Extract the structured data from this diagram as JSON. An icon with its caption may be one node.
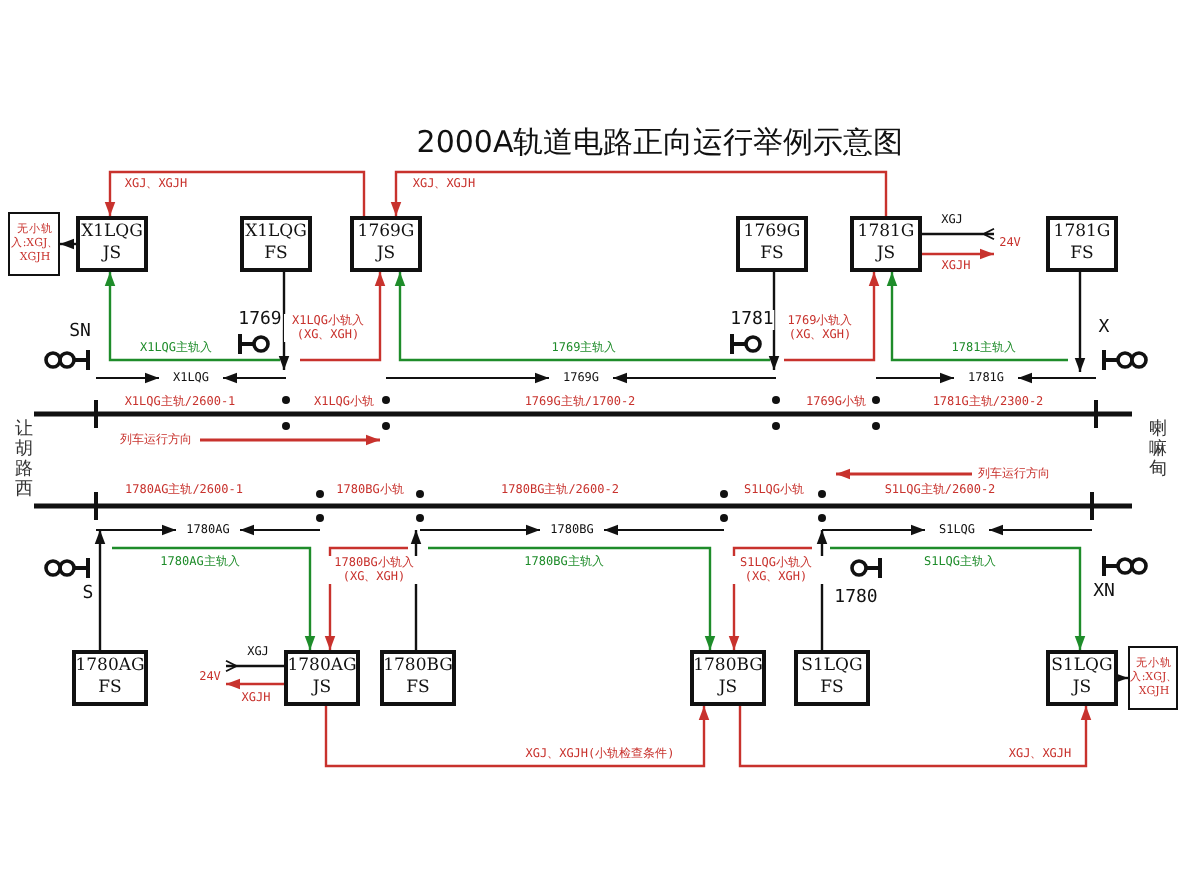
{
  "diagram": {
    "title": "2000A轨道电路正向运行举例示意图",
    "nodes": [
      {
        "text": [
          "X1LQG JS"
        ]
      },
      {
        "text": [
          "无小轨入:XGJ、XGJH"
        ]
      },
      {
        "text": [
          "X1LQG FS"
        ]
      },
      {
        "text": [
          "1769G JS"
        ]
      },
      {
        "text": [
          "1769G FS"
        ]
      },
      {
        "text": [
          "1781G JS"
        ]
      },
      {
        "text": [
          "1781G FS"
        ]
      },
      {
        "text": [
          "1780AG FS"
        ]
      },
      {
        "text": [
          "1780AG JS"
        ]
      },
      {
        "text": [
          "1780BG FS"
        ]
      },
      {
        "text": [
          "1780BG JS"
        ]
      },
      {
        "text": [
          "S1LQG FS"
        ]
      },
      {
        "text": [
          "S1LQG JS"
        ]
      },
      {
        "text": [
          "无小轨入:XGJ、XGJH"
        ]
      },
      {
        "text": [
          "24V"
        ]
      },
      {
        "text": [
          "24V"
        ]
      }
    ],
    "edges": [
      {
        "from": 3,
        "to": 0,
        "arrow": "to",
        "label": "XGJ、XGJH",
        "color": "#c8322d"
      },
      {
        "from": 5,
        "to": 3,
        "arrow": "to",
        "label": "XGJ、XGJH",
        "color": "#c8322d"
      },
      {
        "from": 0,
        "to": 1,
        "arrow": "to",
        "color": "#111111"
      },
      {
        "from": null,
        "to": 0,
        "arrow": "to",
        "label": "X1LQG主轨入",
        "color": "#1e8c2a"
      },
      {
        "from": 2,
        "to": null,
        "arrow": "to",
        "color": "#111111"
      },
      {
        "from": null,
        "to": 3,
        "arrow": "to",
        "label": "X1LQG小轨入 (XG、XGH)",
        "color": "#c8322d"
      },
      {
        "from": null,
        "to": 3,
        "arrow": "to",
        "label": "1769主轨入",
        "color": "#1e8c2a"
      },
      {
        "from": 4,
        "to": null,
        "arrow": "to",
        "color": "#111111"
      },
      {
        "from": null,
        "to": 5,
        "arrow": "to",
        "label": "1769小轨入 (XG、XGH)",
        "color": "#c8322d"
      },
      {
        "from": null,
        "to": 5,
        "arrow": "to",
        "label": "1781主轨入",
        "color": "#1e8c2a"
      },
      {
        "from": 6,
        "to": null,
        "arrow": "to",
        "color": "#111111"
      },
      {
        "from": 5,
        "to": 14,
        "arrow": "other",
        "label": "XGJ",
        "color": "#111111"
      },
      {
        "from": 5,
        "to": 14,
        "arrow": "to",
        "label": "XGJH",
        "color": "#c8322d"
      },
      {
        "from": 7,
        "to": null,
        "arrow": "to",
        "color": "#111111"
      },
      {
        "from": null,
        "to": 8,
        "arrow": "to",
        "label": "1780AG主轨入",
        "color": "#1e8c2a"
      },
      {
        "from": null,
        "to": 8,
        "arrow": "to",
        "label": "1780BG小轨入 (XG、XGH)",
        "color": "#c8322d"
      },
      {
        "from": 8,
        "to": 15,
        "arrow": "other",
        "label": "XGJ",
        "color": "#111111"
      },
      {
        "from": 8,
        "to": 15,
        "arrow": "to",
        "label": "XGJH",
        "color": "#c8322d"
      },
      {
        "from": 9,
        "to": null,
        "arrow": "to",
        "color": "#111111"
      },
      {
        "from": null,
        "to": 10,
        "arrow": "to",
        "label": "1780BG主轨入",
        "color": "#1e8c2a"
      },
      {
        "from": null,
        "to": 10,
        "arrow": "to",
        "label": "S1LQG小轨入 (XG、XGH)",
        "color": "#c8322d"
      },
      {
        "from": 11,
        "to": null,
        "arrow": "to",
        "color": "#111111"
      },
      {
        "from": null,
        "to": 12,
        "arrow": "to",
        "label": "S1LQG主轨入",
        "color": "#1e8c2a"
      },
      {
        "from": 8,
        "to": 10,
        "arrow": "to",
        "label": "XGJ、XGJH(小轨检查条件)",
        "color": "#c8322d"
      },
      {
        "from": 10,
        "to": 12,
        "arrow": "to",
        "label": "XGJ、XGJH",
        "color": "#c8322d"
      },
      {
        "from": 12,
        "to": 13,
        "arrow": "to",
        "color": "#111111"
      }
    ],
    "labels": [
      "1769",
      "1781",
      "SN",
      "X",
      "X1LQG",
      "1769G",
      "1781G",
      "X1LQG主轨/2600-1",
      "X1LQG小轨",
      "1769G主轨/1700-2",
      "1769G小轨",
      "1781G主轨/2300-2",
      "让胡路西",
      "喇嘛甸",
      "列车运行方向",
      "列车运行方向",
      "1780AG主轨/2600-1",
      "1780BG小轨",
      "1780BG主轨/2600-2",
      "S1LQG小轨",
      "S1LQG主轨/2600-2",
      "1780AG",
      "1780BG",
      "S1LQG",
      "S",
      "1780",
      "XN"
    ]
  }
}
